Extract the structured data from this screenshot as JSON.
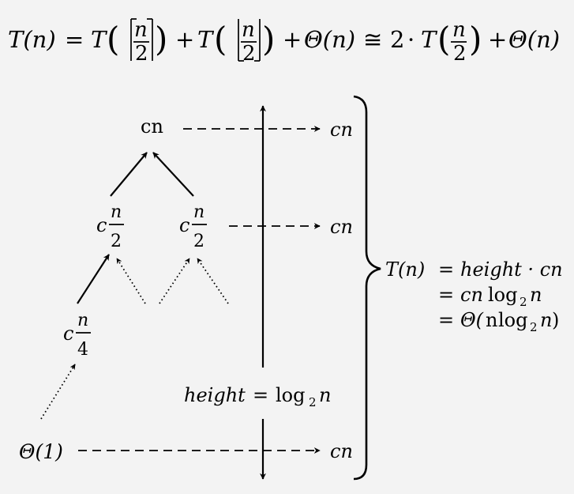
{
  "recurrence": {
    "lhs": "T(n)",
    "t_ceil": "T",
    "ceil_num": "n",
    "ceil_den": "2",
    "t_floor": "T",
    "floor_num": "n",
    "floor_den": "2",
    "theta_term": "Θ(n)",
    "approx": "≅",
    "two": "2",
    "cdot": "·",
    "t_half": "T",
    "half_num": "n",
    "half_den": "2",
    "theta_term2": "Θ(n)"
  },
  "tree": {
    "root_label": "cn",
    "level1_coef": "c",
    "level1_num": "n",
    "level1_den": "2",
    "level2_coef": "c",
    "level2_num": "n",
    "level2_den": "4",
    "leaf_label": "Θ(1)"
  },
  "level_costs": [
    "cn",
    "cn",
    "cn"
  ],
  "height": {
    "word": "height",
    "log": "log",
    "base": "2",
    "arg": "n"
  },
  "total": {
    "lhs": "T(n)",
    "line1": "height · cn",
    "line2_coef": "cn",
    "line2_log": "log",
    "line2_base": "2",
    "line2_arg": "n",
    "line3_open": "Θ(",
    "line3_n": "n",
    "line3_log": "log",
    "line3_base": "2",
    "line3_arg": "n",
    "line3_close": ")"
  }
}
